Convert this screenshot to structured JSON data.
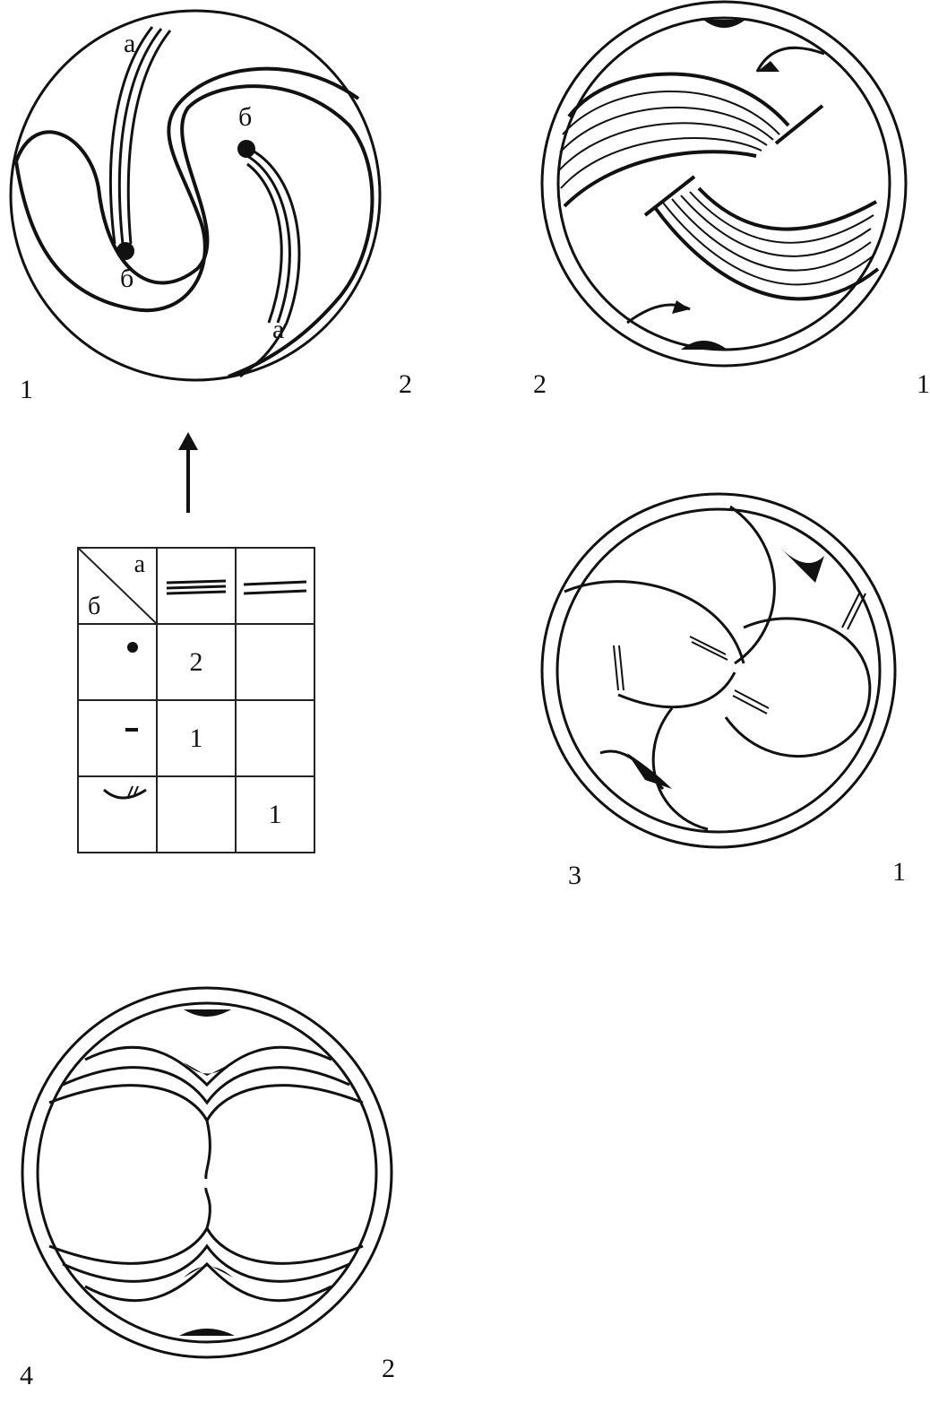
{
  "figures": [
    {
      "id": "1",
      "left_mark": "1",
      "right_mark": "2",
      "marks": {
        "a_top": "а",
        "b_top": "б",
        "b_bottom": "б",
        "a_bottom": "а"
      }
    },
    {
      "id": "2",
      "left_mark": "2",
      "right_mark": "1"
    },
    {
      "id": "3",
      "left_mark": "3",
      "right_mark": "1"
    },
    {
      "id": "4",
      "left_mark": "4",
      "right_mark": "2"
    }
  ],
  "legend": {
    "corner_a": "а",
    "corner_b": "б",
    "columns": [
      "triple-line",
      "double-line"
    ],
    "rows": [
      {
        "symbol": "dot",
        "cells": [
          "2",
          ""
        ]
      },
      {
        "symbol": "dash",
        "cells": [
          "1",
          ""
        ]
      },
      {
        "symbol": "arc-with-ticks",
        "cells": [
          "",
          "1"
        ]
      }
    ]
  }
}
